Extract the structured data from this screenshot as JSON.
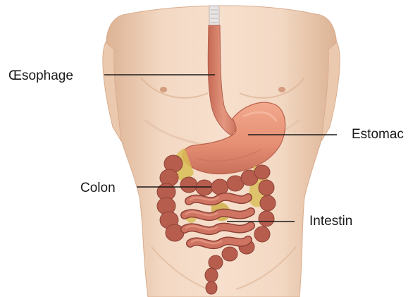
{
  "diagram": {
    "labels": {
      "oesophagus": "Œsophage",
      "stomach": "Estomac",
      "colon": "Colon",
      "intestine": "Intestin"
    },
    "colors": {
      "background": "#ffffff",
      "skin": "#f1d4bd",
      "skin_shadow": "#dfb596",
      "organ_stomach": "#e9957a",
      "organ_intestine": "#c86a5a",
      "organ_colon": "#b85a4c",
      "fat": "#d6b84a",
      "leader_line": "#1a1a1a"
    }
  }
}
